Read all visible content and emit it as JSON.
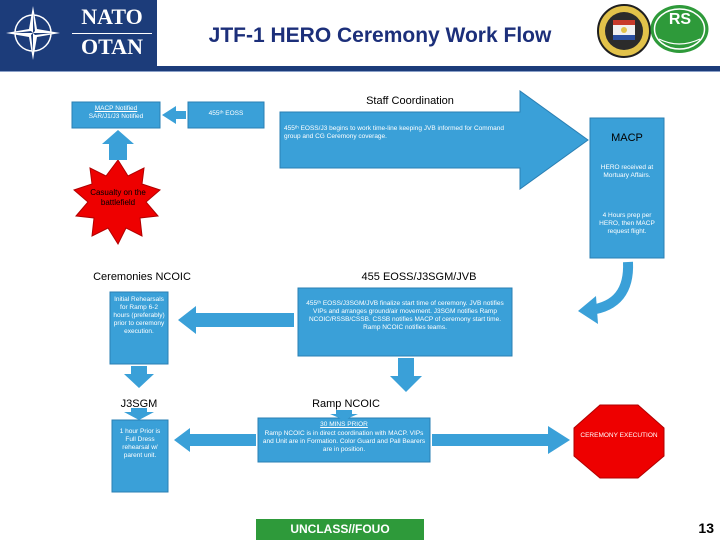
{
  "header": {
    "logo_top": "NATO",
    "logo_bottom": "OTAN",
    "title": "JTF-1 HERO Ceremony Work Flow",
    "badge": "RS",
    "colors": {
      "navy": "#1c3c7a",
      "title": "#1c2f7a",
      "badge_green": "#2e9a3a"
    }
  },
  "flow": {
    "notified_box": {
      "line1": "MACP Notified",
      "line2": "SAR/J1/J3 Notified"
    },
    "eoss_box": "455ᵗʰ EOSS",
    "staff_coordination": {
      "title": "Staff Coordination",
      "text": "455ᵗʰ EOSS/J3 begins to work time-line keeping JVB informed for Command group and CG Ceremony coverage."
    },
    "casualty": "Casualty on the battlefield",
    "macp": {
      "title": "MACP",
      "text1": "HERO received at Mortuary Affairs.",
      "text2": "4 Hours prep per HERO, then MACP request flight."
    },
    "ceremonies_ncoic": "Ceremonies NCOIC",
    "eoss_sgm_jvb": "455 EOSS/J3SGM/JVB",
    "initial_rehearsals": "Initial Rehearsals for Ramp 6-2 hours (preferably) prior to ceremony execution.",
    "finalize_box": "455ᵗʰ EOSS/J3SGM/JVB finalize start time of ceremony. JVB notifies VIPs and arranges ground/air movement. J3SGM notifies Ramp NCOIC/RSSB/CSSB. CSSB notifies MACP of ceremony start time. Ramp NCOIC notifies teams.",
    "j3sgm": "J3SGM",
    "ramp_ncoic": "Ramp NCOIC",
    "full_dress": "1 hour Prior is Full Dress rehearsal w/ parent unit.",
    "thirty_mins": {
      "title": "30 MINS PRIOR",
      "text": "Ramp NCOIC is in direct coordination with MACP. VIPs and Unit are in Formation. Color Guard and Pall Bearers are in position."
    },
    "ceremony_execution": "CEREMONY EXECUTION",
    "classification": "UNCLASS//FOUO",
    "page_number": "13"
  }
}
